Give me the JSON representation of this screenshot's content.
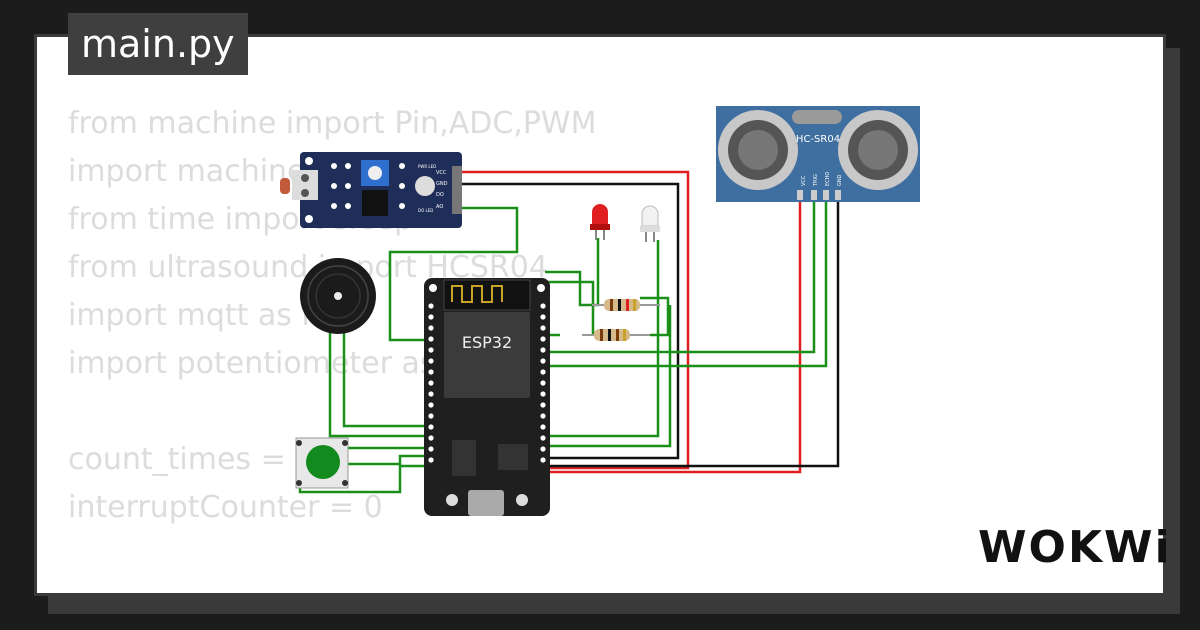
{
  "file_tab": {
    "label": "main.py"
  },
  "code_lines": [
    "from machine import Pin,ADC,PWM",
    "import machine",
    "from time import sleep",
    "from ultrasound import HCSR04",
    "import mqtt as mq",
    "import potentiometer as pot",
    "",
    "count_times = 0",
    "interruptCounter = 0"
  ],
  "components": {
    "esp32": {
      "label": "ESP32"
    },
    "ultrasonic": {
      "label": "HC-SR04",
      "pins": [
        "VCC",
        "TRIG",
        "ECHO",
        "GND"
      ]
    },
    "ldr_module": {
      "pins": [
        "VCC",
        "GND",
        "DO",
        "AO"
      ],
      "led_labels": [
        "PWR LED",
        "DO LED"
      ]
    }
  },
  "colors": {
    "wire_green": "#1a8f1a",
    "wire_red": "#e02020",
    "wire_black": "#111111",
    "board": "#1f1f1f",
    "sensor_blue": "#3e6fa0"
  },
  "brand": {
    "logo": "WOKWi"
  }
}
